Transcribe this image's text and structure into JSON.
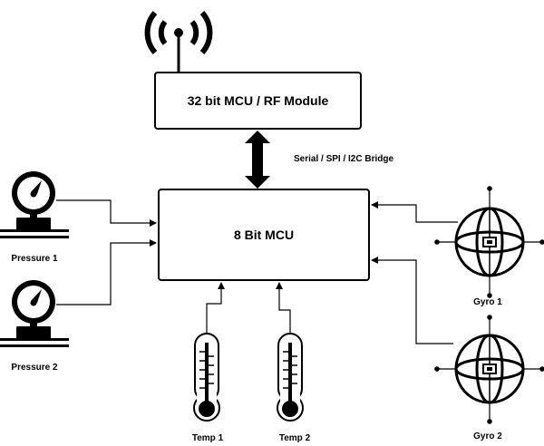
{
  "rf_module": {
    "label": "32 bit MCU / RF Module"
  },
  "mcu": {
    "label": "8 Bit MCU"
  },
  "bridge": {
    "label": "Serial / SPI / I2C Bridge"
  },
  "sensors": {
    "pressure_1": "Pressure 1",
    "pressure_2": "Pressure 2",
    "temp_1": "Temp 1",
    "temp_2": "Temp 2",
    "gyro_1": "Gyro 1",
    "gyro_2": "Gyro 2"
  }
}
